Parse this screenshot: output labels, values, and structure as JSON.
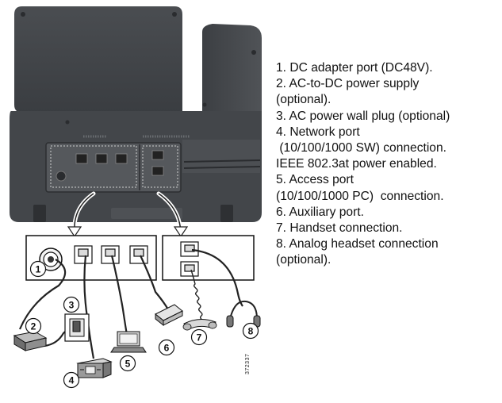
{
  "legend": {
    "lines": [
      "1. DC adapter port (DC48V).",
      "2. AC-to-DC power supply",
      "(optional).",
      "3. AC power wall plug (optional)",
      "4. Network port",
      " (10/100/1000 SW) connection.",
      "IEEE 802.3at power enabled.",
      "5. Access port",
      "(10/100/1000 PC)  connection.",
      "6. Auxiliary port.",
      "7. Handset connection.",
      "8. Analog headset connection",
      "(optional)."
    ]
  },
  "callouts": [
    "1",
    "2",
    "3",
    "4",
    "5",
    "6",
    "7",
    "8"
  ],
  "figure_id": "372337",
  "icons": [
    "phone-back-icon",
    "dc-port-icon",
    "power-adapter-icon",
    "wall-plug-icon",
    "network-switch-icon",
    "computer-icon",
    "auxiliary-module-icon",
    "handset-icon",
    "headset-icon"
  ],
  "colors": {
    "phone_body": "#45484c",
    "phone_panel": "#55585c",
    "line": "#222222"
  }
}
